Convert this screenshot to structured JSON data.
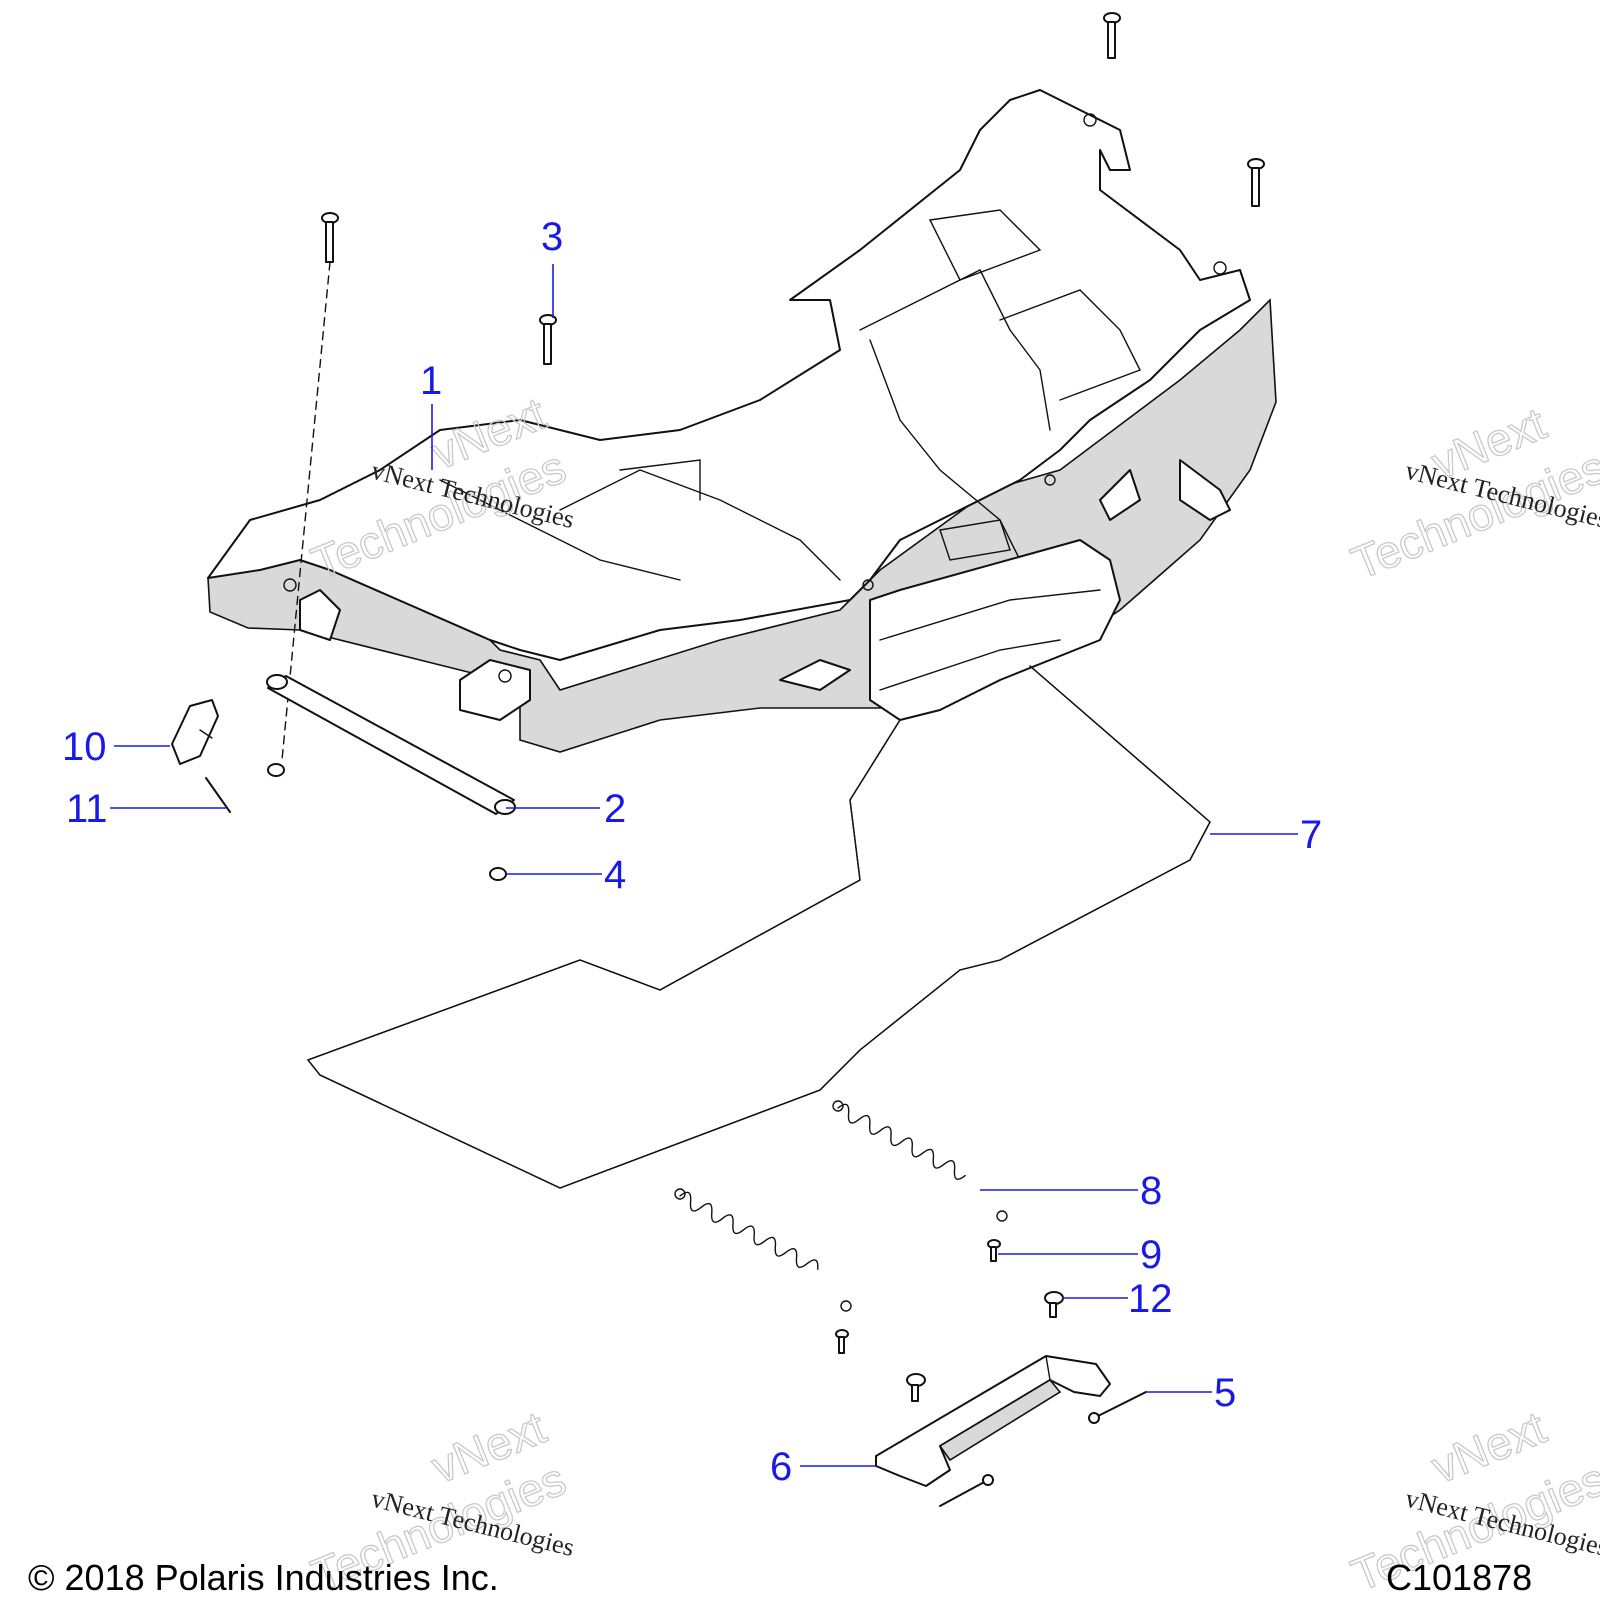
{
  "callouts": [
    {
      "label": "1"
    },
    {
      "label": "2"
    },
    {
      "label": "3"
    },
    {
      "label": "4"
    },
    {
      "label": "5"
    },
    {
      "label": "6"
    },
    {
      "label": "7"
    },
    {
      "label": "8"
    },
    {
      "label": "9"
    },
    {
      "label": "10"
    },
    {
      "label": "11"
    },
    {
      "label": "12"
    }
  ],
  "watermark": {
    "line1": "vNext",
    "line2": "Technologies",
    "caption": "vNext Technologies"
  },
  "footer": {
    "copyright": "© 2018 Polaris Industries Inc.",
    "figure_id": "C101878"
  },
  "colors": {
    "callout": "#1a1ae6",
    "line": "#111111",
    "shade": "#d9d9d9",
    "watermark": "#c9c9c9"
  }
}
